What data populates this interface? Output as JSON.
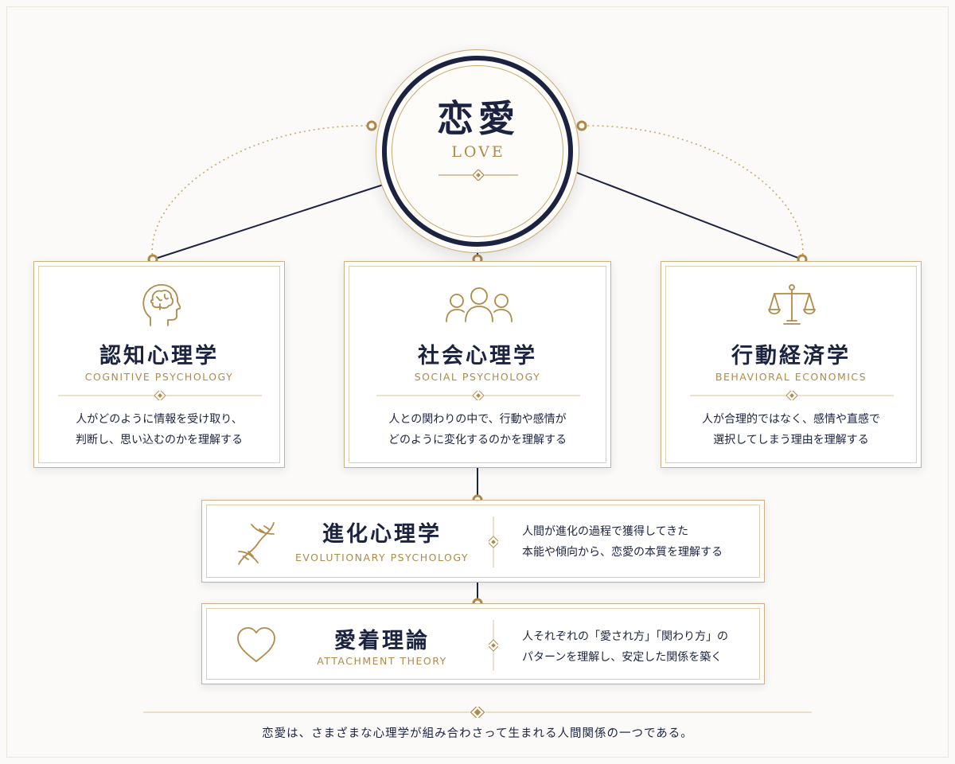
{
  "center": {
    "title": "恋愛",
    "subtitle": "LOVE"
  },
  "cards": [
    {
      "title": "認知心理学",
      "subtitle": "COGNITIVE PSYCHOLOGY",
      "line1": "人がどのように情報を受け取り、",
      "line2": "判断し、思い込むのかを理解する",
      "icon": "brain-head-icon"
    },
    {
      "title": "社会心理学",
      "subtitle": "SOCIAL PSYCHOLOGY",
      "line1": "人との関わりの中で、行動や感情が",
      "line2": "どのように変化するのかを理解する",
      "icon": "people-group-icon"
    },
    {
      "title": "行動経済学",
      "subtitle": "BEHAVIORAL ECONOMICS",
      "line1": "人が合理的ではなく、感情や直感で",
      "line2": "選択してしまう理由を理解する",
      "icon": "scales-icon"
    },
    {
      "title": "進化心理学",
      "subtitle": "EVOLUTIONARY PSYCHOLOGY",
      "line1": "人間が進化の過程で獲得してきた",
      "line2": "本能や傾向から、恋愛の本質を理解する",
      "icon": "dna-icon"
    },
    {
      "title": "愛着理論",
      "subtitle": "ATTACHMENT THEORY",
      "line1": "人それぞれの「愛され方」「関わり方」の",
      "line2": "パターンを理解し、安定した関係を築く",
      "icon": "heart-icon"
    }
  ],
  "footer": "恋愛は、さまざまな心理学が組み合わさって生まれる人間関係の一つである。",
  "colors": {
    "navy": "#1c2340",
    "gold": "#b08a48",
    "background": "#fbfaf8"
  }
}
